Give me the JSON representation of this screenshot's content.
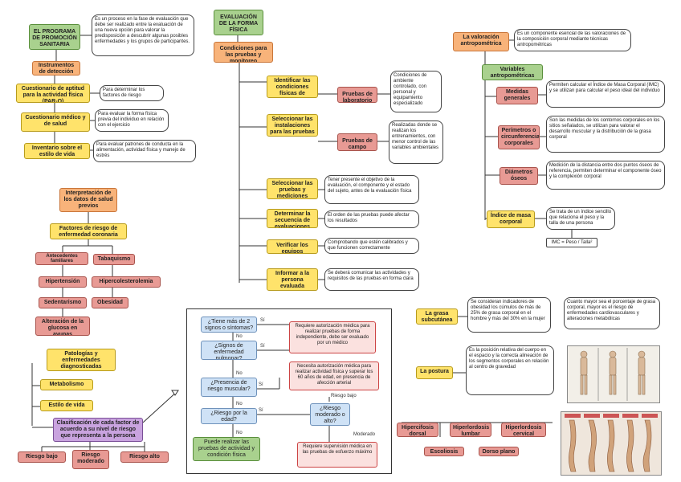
{
  "title": "EVALUACIÓN DE LA FORMA FÍSICA",
  "conditions": "Condiciones para las pruebas y monitoreo",
  "program": {
    "title": "EL PROGRAMA DE PROMOCIÓN SANITARIA",
    "desc": "Es un proceso en la fase de evaluación que debe ser realizado entre la evaluación de una nueva opción para valorar la predisposición a descubrir algunas posibles enfermedades y los grupos de participantes.",
    "instruments": "Instrumentos de detección",
    "q1": "Cuestionario de aptitud para la actividad física (PAR-Q)",
    "q1_desc": "Para determinar los factores de riesgo",
    "q2": "Cuestionario médico y de salud",
    "q2_desc": "Para evaluar la forma física previa del individuo en relación con el ejercicio",
    "q3": "Inventario sobre el estilo de vida",
    "q3_desc": "Para evaluar patrones de conducta en la alimentación, actividad física y manejo de estrés"
  },
  "steps": [
    {
      "label": "Identificar las condiciones físicas de seguridad",
      "sub": "Pruebas de laboratorio",
      "sub_desc": "Condiciones de ambiente controlado, con personal y equipamiento especializado"
    },
    {
      "label": "Seleccionar las instalaciones para las pruebas",
      "sub": "Pruebas de campo",
      "sub_desc": "Realizadas donde se realizan los entrenamientos, con menor control de las variables ambientales"
    },
    {
      "label": "Seleccionar las pruebas y mediciones",
      "desc": "Tener presente el objetivo de la evaluación, el componente y el estado del sujeto, antes de la evaluación física"
    },
    {
      "label": "Determinar la secuencia de evaluaciones",
      "desc": "El orden de las pruebas puede afectar los resultados"
    },
    {
      "label": "Verificar los equipos",
      "desc": "Comprobando que estén calibrados y que funcionen correctamente"
    },
    {
      "label": "Informar a la persona evaluada",
      "desc": "Se deberá comunicar las actividades y requisitos de las pruebas en forma clara"
    }
  ],
  "risk": {
    "title": "Interpretación de los datos de salud previos",
    "factors": "Factores de riesgo de enfermedad coronaria",
    "items": [
      "Antecedentes familiares",
      "Tabaquismo",
      "Hipertensión",
      "Hipercolesterolemia",
      "Sedentarismo",
      "Obesidad",
      "Alteración de la glucosa en ayunas"
    ]
  },
  "pathology": {
    "title": "Patologías y enfermedades diagnosticadas",
    "items": [
      "Metabolismo",
      "Estilo de vida"
    ],
    "classify": "Clasificación de cada factor de acuerdo a su nivel de riesgo que representa a la persona",
    "levels": [
      "Riesgo bajo",
      "Riesgo moderado",
      "Riesgo alto"
    ]
  },
  "flow": {
    "q": [
      "¿Tiene más de 2 signos o síntomas?",
      "¿Signos de enfermedad pulmonar?",
      "¿Presencia de riesgo muscular?",
      "¿Riesgo por la edad?"
    ],
    "final": "Puede realizar las pruebas de actividad y condición física",
    "yes": "Sí",
    "no": "No",
    "r1": "Requiere autorización médica para realizar pruebas de forma independiente, debe ser evaluado por un médico",
    "r2": "Necesita autorización médica para realizar actividad física y superar los 60 años de edad, en presencia de afección arterial",
    "mid": "¿Riesgo moderado o alto?",
    "r3": "Requiere supervisión médica en las pruebas de esfuerzo máximo",
    "low": "Riesgo bajo",
    "mod": "Moderado"
  },
  "anthropometry": {
    "title": "La valoración antropométrica",
    "desc": "Es un componente esencial de las valoraciones de la composición corporal mediante técnicas antropométricas",
    "vars": "Variables antropométricas",
    "items": [
      {
        "label": "Medidas generales",
        "desc": "Permiten calcular el Índice de Masa Corporal (IMC) y se utilizan para calcular el peso ideal del individuo"
      },
      {
        "label": "Perímetros o circunferencias corporales",
        "desc": "Son las medidas de los contornos corporales en los sitios señalados, se utilizan para valorar el desarrollo muscular y la distribución de la grasa corporal"
      },
      {
        "label": "Diámetros óseos",
        "desc": "Medición de la distancia entre dos puntos óseos de referencia, permiten determinar el componente óseo y la complexión corporal"
      },
      {
        "label": "Índice de masa corporal",
        "desc": "Se trata de un índice sencillo que relaciona el peso y la talla de una persona"
      }
    ],
    "formula": "IMC = Peso / Talla²"
  },
  "fat": {
    "title": "La grasa subcutánea",
    "desc": "Se consideran indicadores de obesidad los cúmulos de más de 25% de grasa corporal en el hombre y más del 30% en la mujer",
    "desc2": "Cuanto mayor sea el porcentaje de grasa corporal, mayor es el riesgo de enfermedades cardiovasculares y alteraciones metabólicas"
  },
  "posture": {
    "title": "La postura",
    "desc": "Es la posición relativa del cuerpo en el espacio y la correcta alineación de los segmentos corporales en relación al centro de gravedad",
    "items": [
      "Hipercifosis dorsal",
      "Hiperlordosis lumbar",
      "Hiperlordosis cervical",
      "Escoliosis",
      "Dorso plano"
    ]
  },
  "colors": {
    "green": "#a9d18e",
    "orange": "#f8b37a",
    "yellow": "#ffe36b",
    "red": "#e89a94",
    "blue": "#cfe2f6",
    "purple": "#c9a3df"
  }
}
